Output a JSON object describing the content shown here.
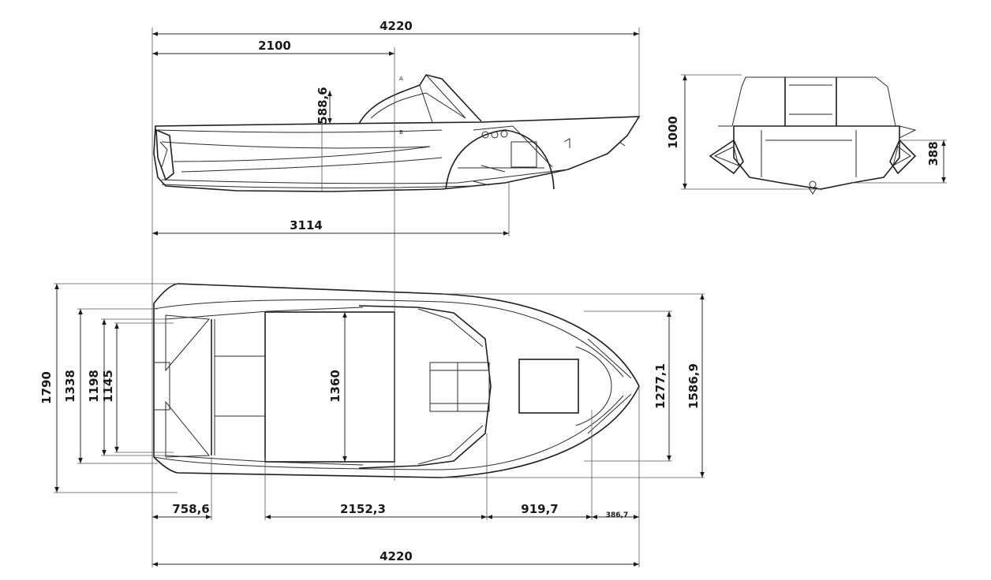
{
  "side_view": {
    "overall_length": "4220",
    "to_section_a": "2100",
    "windshield_height": "588,6",
    "to_console": "3114",
    "label_a": "A",
    "label_b": "B"
  },
  "rear_view": {
    "total_height": "1000",
    "transom_height": "388"
  },
  "top_view": {
    "overall_beam": "1790",
    "width_1338": "1338",
    "width_1198": "1198",
    "width_1145": "1145",
    "cockpit_width": "1360",
    "bow_width_1277": "1277,1",
    "bow_width_1586": "1586,9",
    "stern_section": "758,6",
    "cockpit_length": "2152,3",
    "console_section": "919,7",
    "bow_tip": "386,7",
    "overall_length": "4220"
  }
}
